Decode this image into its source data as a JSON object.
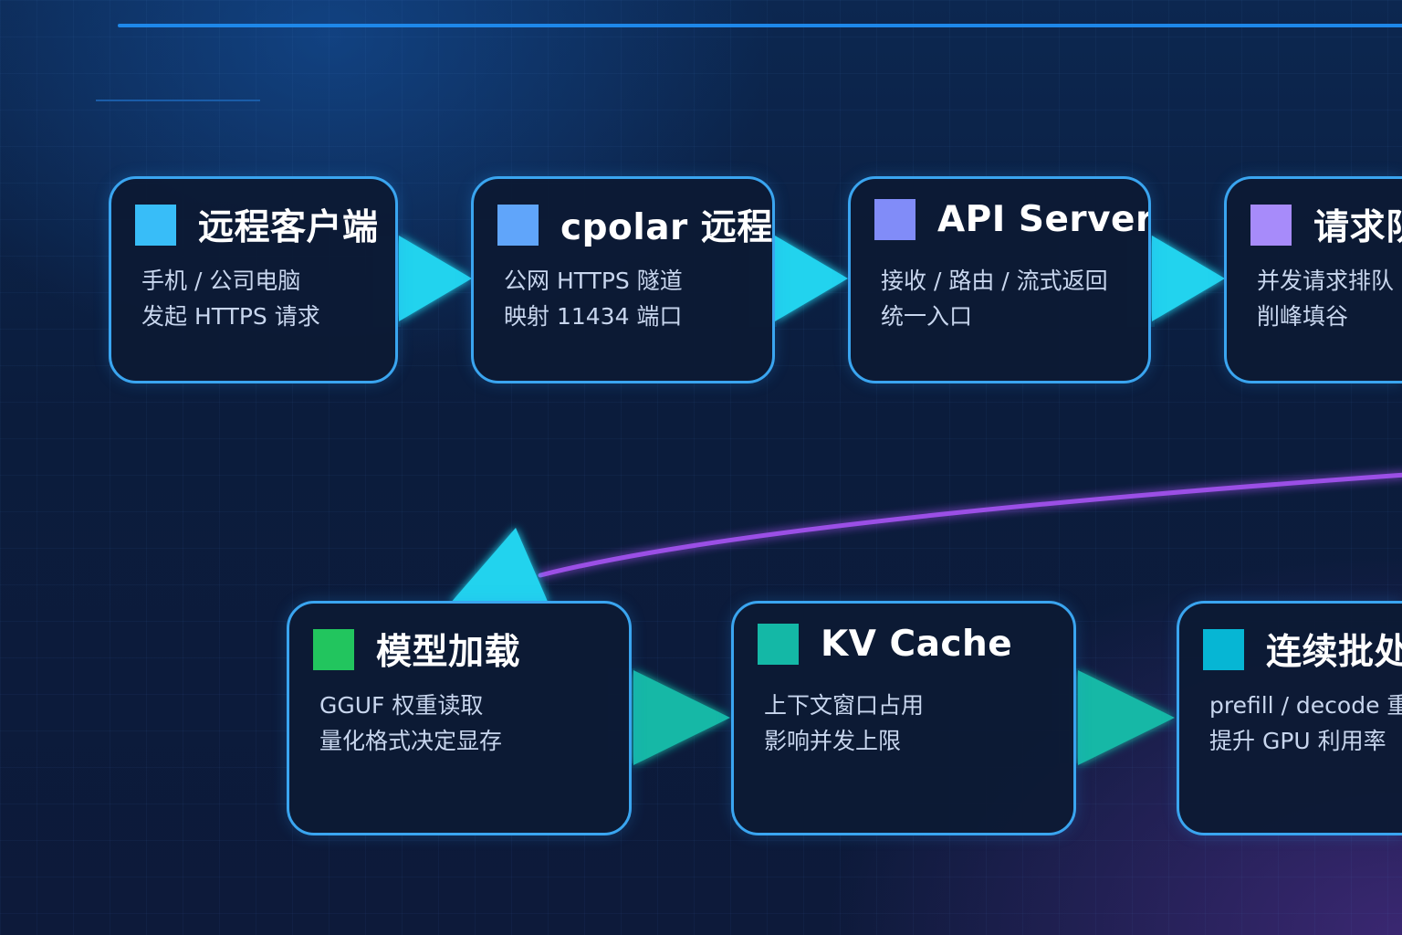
{
  "theme": {
    "node_border": "#3aa5f0",
    "node_fill": "#0c1a34",
    "arrow_cyan": "#22d3ee",
    "arrow_teal": "#14b8a6",
    "feedback_purple": "#9b4fe6",
    "top_rule": "#1e88ea"
  },
  "nodes": [
    {
      "id": "remote-client",
      "title": "远程客户端",
      "swatch": "#38bdf8",
      "lines": [
        "手机 / 公司电脑",
        "发起 HTTPS 请求"
      ]
    },
    {
      "id": "cpolar",
      "title": "cpolar 远程调用",
      "swatch": "#60a5fa",
      "lines": [
        "公网 HTTPS 隧道",
        "映射 11434 端口"
      ]
    },
    {
      "id": "api-server",
      "title": "API Server",
      "swatch": "#818cf8",
      "lines": [
        "接收 / 路由 / 流式返回",
        "统一入口"
      ]
    },
    {
      "id": "request-queue",
      "title": "请求队",
      "swatch": "#a78bfa",
      "lines": [
        "并发请求排队",
        "削峰填谷"
      ]
    },
    {
      "id": "model-load",
      "title": "模型加载",
      "swatch": "#22c55e",
      "lines": [
        "GGUF 权重读取",
        "量化格式决定显存"
      ]
    },
    {
      "id": "kv-cache",
      "title": "KV Cache",
      "swatch": "#14b8a6",
      "lines": [
        "上下文窗口占用",
        "影响并发上限"
      ]
    },
    {
      "id": "continuous-batching",
      "title": "连续批处",
      "swatch": "#06b6d4",
      "lines": [
        "prefill / decode 重",
        "提升 GPU 利用率"
      ]
    }
  ]
}
